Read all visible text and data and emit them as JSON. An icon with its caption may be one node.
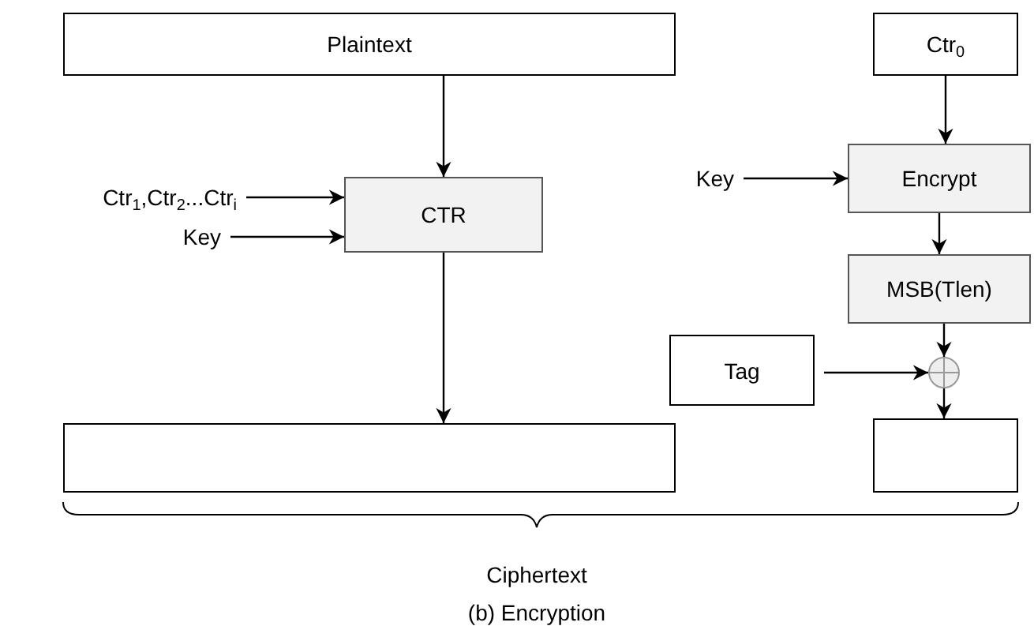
{
  "diagram": {
    "caption": "(b) Encryption",
    "nodes": [
      {
        "text": [
          "Plaintext"
        ]
      },
      {
        "text": [
          "Ctr$_{1}$,Ctr$_{2}$...Ctr$_{i}$"
        ]
      },
      {
        "text": [
          "Key"
        ]
      },
      {
        "text": [
          "CTR"
        ]
      },
      {
        "text": [],
        "shape": "box"
      },
      {
        "text": [
          "Ctr$_{0}$"
        ]
      },
      {
        "text": [
          "Key"
        ]
      },
      {
        "text": [
          "Encrypt"
        ]
      },
      {
        "text": [
          "MSB(Tlen)"
        ]
      },
      {
        "text": [
          "Tag"
        ]
      },
      {
        "text": [],
        "shape": "circle"
      },
      {
        "text": [],
        "shape": "box"
      }
    ],
    "edges": [
      {
        "from": 0,
        "to": 3,
        "arrow": "to"
      },
      {
        "from": 1,
        "to": 3,
        "arrow": "to"
      },
      {
        "from": 2,
        "to": 3,
        "arrow": "to"
      },
      {
        "from": 3,
        "to": 4,
        "arrow": "to"
      },
      {
        "from": 5,
        "to": 7,
        "arrow": "to"
      },
      {
        "from": 6,
        "to": 7,
        "arrow": "to"
      },
      {
        "from": 7,
        "to": 8,
        "arrow": "to"
      },
      {
        "from": 8,
        "to": 10,
        "arrow": "to"
      },
      {
        "from": 9,
        "to": 10,
        "arrow": "to"
      },
      {
        "from": 10,
        "to": 11,
        "arrow": "to"
      }
    ],
    "labels": [
      "Ciphertext"
    ]
  }
}
